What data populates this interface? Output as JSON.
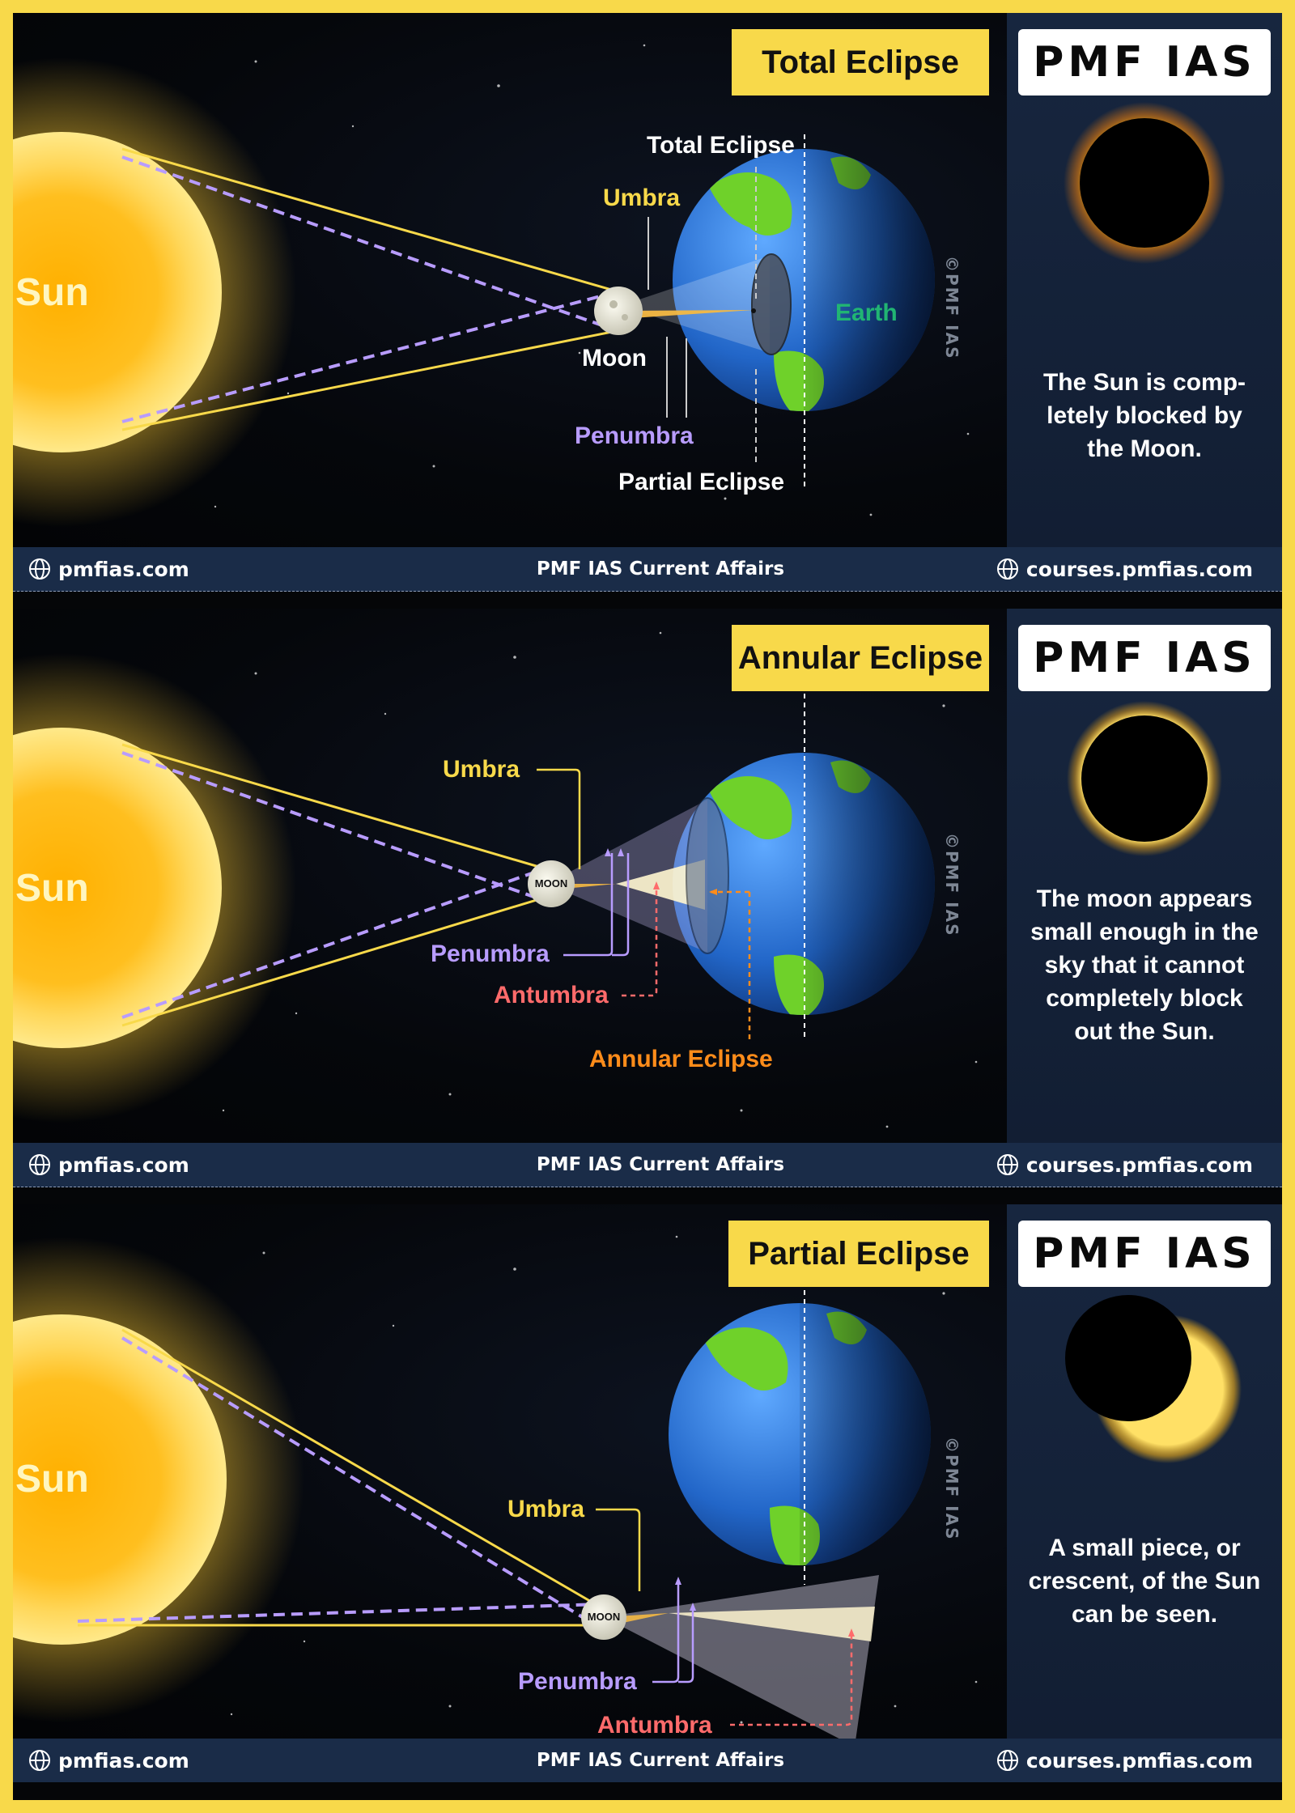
{
  "brand": "PMF IAS",
  "footer": {
    "left": "pmfias.com",
    "center": "PMF IAS Current Affairs",
    "right": "courses.pmfias.com"
  },
  "watermark": "©PMF IAS",
  "colors": {
    "border": "#f8d94a",
    "sun": "#ffb300",
    "umbra_label": "#f8d94a",
    "penumbra_label": "#b89cff",
    "antumbra_label": "#ff6b6b",
    "annular_label": "#ff8c1a",
    "earth_label": "#21b573",
    "footer_bg": "#1a2c48",
    "side_bg": "#17263f"
  },
  "panels": [
    {
      "title": "Total Eclipse",
      "labels": {
        "sun": "Sun",
        "moon": "Moon",
        "earth": "Earth",
        "umbra": "Umbra",
        "penumbra": "Penumbra",
        "total_eclipse": "Total Eclipse",
        "partial_eclipse": "Partial Eclipse"
      },
      "description": [
        "The Sun is comp-",
        "letely blocked by",
        "the Moon."
      ]
    },
    {
      "title": "Annular Eclipse",
      "labels": {
        "sun": "Sun",
        "moon": "MOON",
        "umbra": "Umbra",
        "penumbra": "Penumbra",
        "antumbra": "Antumbra",
        "annular_eclipse": "Annular Eclipse"
      },
      "description": [
        "The moon appears",
        "small enough in the",
        "sky that it cannot",
        "completely block",
        "out the Sun."
      ]
    },
    {
      "title": "Partial Eclipse",
      "labels": {
        "sun": "Sun",
        "moon": "MOON",
        "umbra": "Umbra",
        "penumbra": "Penumbra",
        "antumbra": "Antumbra"
      },
      "description": [
        "A small piece, or",
        "crescent, of the Sun",
        "can be seen."
      ]
    }
  ]
}
